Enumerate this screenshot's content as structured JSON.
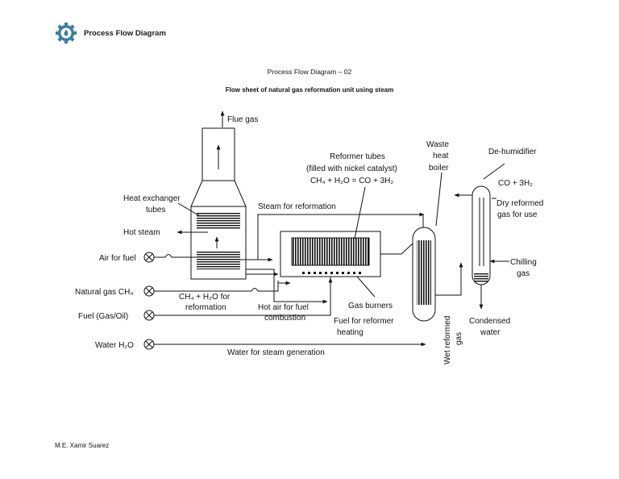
{
  "header": {
    "logo": "gear-drop-icon",
    "title": "Process Flow Diagram"
  },
  "document": {
    "title": "Process Flow Diagram – 02",
    "subtitle": "Flow sheet of natural gas reformation unit using steam",
    "author": "M.E. Xamir Suarez"
  },
  "diagram": {
    "flue_gas": "Flue gas",
    "reformer_tubes_1": "Reformer tubes",
    "reformer_tubes_2": "(filled with nickel catalyst)",
    "reformer_eq": "CH₄ + H₂O = CO + 3H₂",
    "waste_1": "Waste",
    "waste_2": "heat",
    "waste_3": "boiler",
    "dehumidifier": "De-humidifier",
    "co_3h2": "CO + 3H₂",
    "dry_1": "Dry reformed",
    "dry_2": "gas for use",
    "hx_1": "Heat exchanger",
    "hx_2": "tubes",
    "steam_reformation": "Steam for reformation",
    "hot_steam": "Hot steam",
    "air_fuel": "Air for fuel",
    "chilling_1": "Chilling",
    "chilling_2": "gas",
    "natural_gas": "Natural gas CH₄",
    "ch4_h2o_1": "CH₄ + H₂O for",
    "ch4_h2o_2": "reformation",
    "gas_burners": "Gas burners",
    "fuel": "Fuel (Gas/Oil)",
    "hot_air_1": "Hot air for fuel",
    "hot_air_2": "combustion",
    "fuel_ref_1": "Fuel for reformer",
    "fuel_ref_2": "heating",
    "condensed_1": "Condensed",
    "condensed_2": "water",
    "water": "Water H₂O",
    "water_steam": "Water for steam generation",
    "wet_1": "Wet reformed",
    "wet_2": "gas"
  }
}
